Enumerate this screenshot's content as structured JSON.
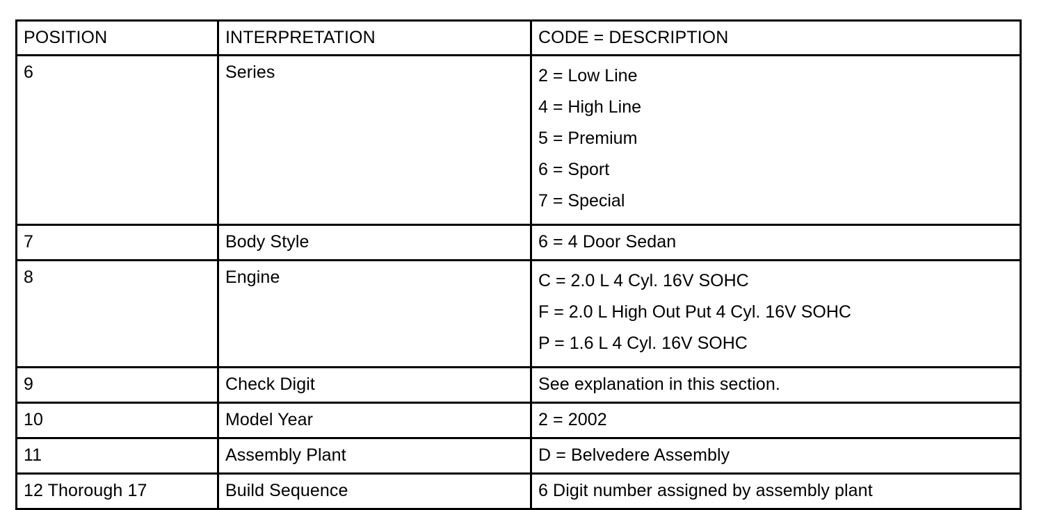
{
  "table": {
    "columns": [
      {
        "key": "position",
        "label": "POSITION"
      },
      {
        "key": "interpretation",
        "label": "INTERPRETATION"
      },
      {
        "key": "code",
        "label": "CODE = DESCRIPTION"
      }
    ],
    "rows": [
      {
        "position": "6",
        "interpretation": "Series",
        "codes": [
          "2 = Low Line",
          "4 = High Line",
          "5 = Premium",
          "6 = Sport",
          "7 = Special"
        ]
      },
      {
        "position": "7",
        "interpretation": "Body Style",
        "codes": [
          "6 = 4 Door Sedan"
        ]
      },
      {
        "position": "8",
        "interpretation": "Engine",
        "codes": [
          "C = 2.0 L 4 Cyl. 16V SOHC",
          "F = 2.0 L High Out Put 4 Cyl. 16V SOHC",
          "P = 1.6 L 4 Cyl. 16V SOHC"
        ]
      },
      {
        "position": "9",
        "interpretation": "Check Digit",
        "codes": [
          "See explanation in this section."
        ]
      },
      {
        "position": "10",
        "interpretation": "Model Year",
        "codes": [
          "2 = 2002"
        ]
      },
      {
        "position": "11",
        "interpretation": "Assembly Plant",
        "codes": [
          "D = Belvedere Assembly"
        ]
      },
      {
        "position": "12 Thorough 17",
        "interpretation": "Build Sequence",
        "codes": [
          "6 Digit number assigned by assembly plant"
        ]
      }
    ]
  },
  "style": {
    "border_color": "#000000",
    "text_color": "#000000",
    "background": "#ffffff"
  }
}
